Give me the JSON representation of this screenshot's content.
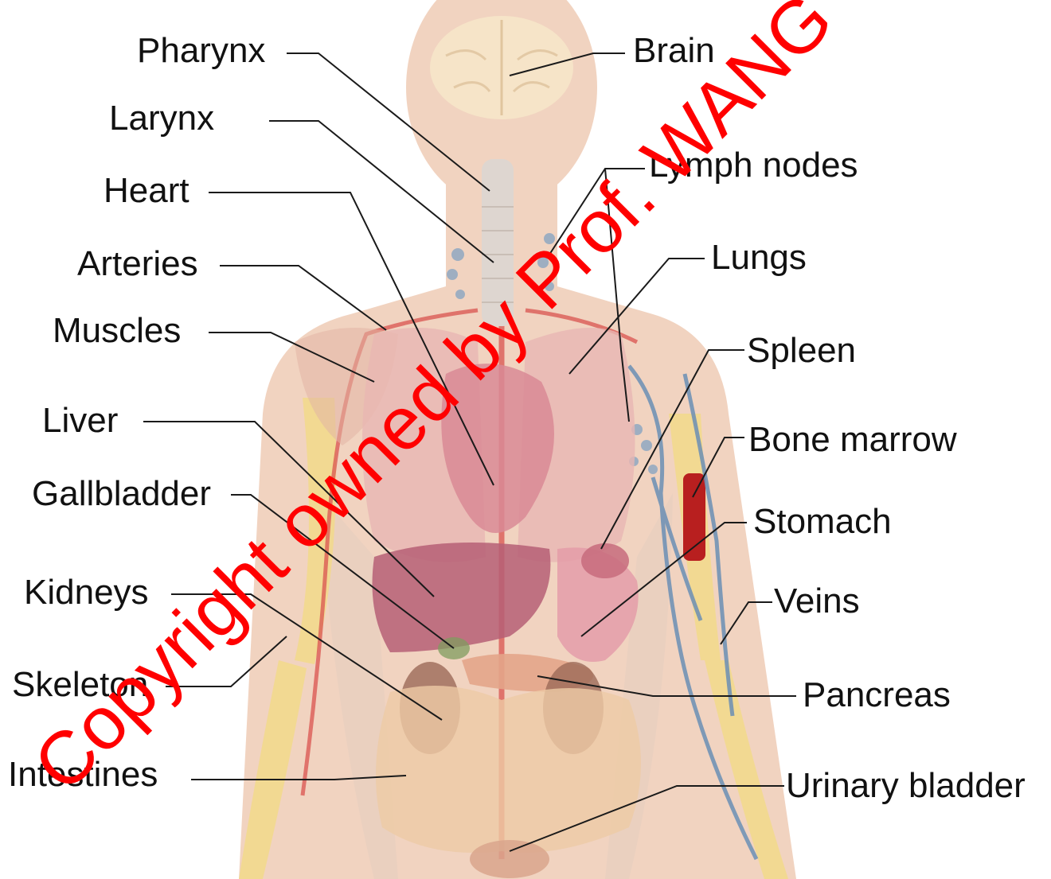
{
  "diagram": {
    "labels": {
      "pharynx": "Pharynx",
      "larynx": "Larynx",
      "heart": "Heart",
      "arteries": "Arteries",
      "muscles": "Muscles",
      "liver": "Liver",
      "gallbladder": "Gallbladder",
      "kidneys": "Kidneys",
      "skeleton": "Skeleton",
      "intestines": "Intestines",
      "brain": "Brain",
      "lymph_nodes": "Lymph nodes",
      "lungs": "Lungs",
      "spleen": "Spleen",
      "bone_marrow": "Bone marrow",
      "stomach": "Stomach",
      "veins": "Veins",
      "pancreas": "Pancreas",
      "urinary_bladder": "Urinary bladder"
    },
    "watermark": "Copyright owned by Prof. WANG"
  },
  "colors": {
    "skin": "#f1d3c0",
    "skin_shade": "#e9c2ab",
    "watermark": "#ff0000",
    "artery": "#d9534f",
    "vein": "#6b8fb5",
    "bone": "#f2d98a",
    "lungs": "#e8b7b3",
    "heart": "#d98a95",
    "liver": "#b65f75",
    "kidney": "#9c6a57",
    "intestine": "#eecaa5",
    "bone_marrow": "#b81f1f",
    "brain": "#f6e4c8",
    "trachea": "#ded6d0"
  }
}
